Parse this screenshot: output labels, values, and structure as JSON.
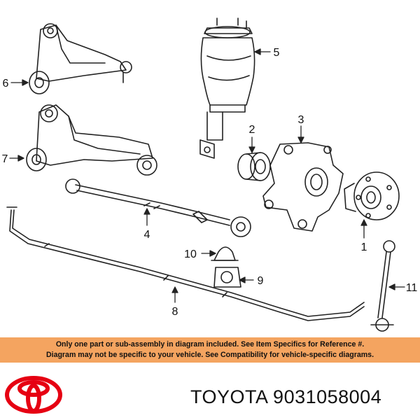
{
  "callouts": [
    {
      "id": "1",
      "label": "1"
    },
    {
      "id": "2",
      "label": "2"
    },
    {
      "id": "3",
      "label": "3"
    },
    {
      "id": "4",
      "label": "4"
    },
    {
      "id": "5",
      "label": "5"
    },
    {
      "id": "6",
      "label": "6"
    },
    {
      "id": "7",
      "label": "7"
    },
    {
      "id": "8",
      "label": "8"
    },
    {
      "id": "9",
      "label": "9"
    },
    {
      "id": "10",
      "label": "10"
    },
    {
      "id": "11",
      "label": "11"
    }
  ],
  "notice": {
    "line1": "Only one part or sub-assembly in diagram included. See Item Specifics for Reference #.",
    "line2": "Diagram may not be specific to your vehicle. See Compatibility for vehicle-specific diagrams.",
    "background": "#f4a460"
  },
  "brand": {
    "name": "TOYOTA",
    "part_number": "9031058004",
    "logo_color": "#e60012"
  }
}
